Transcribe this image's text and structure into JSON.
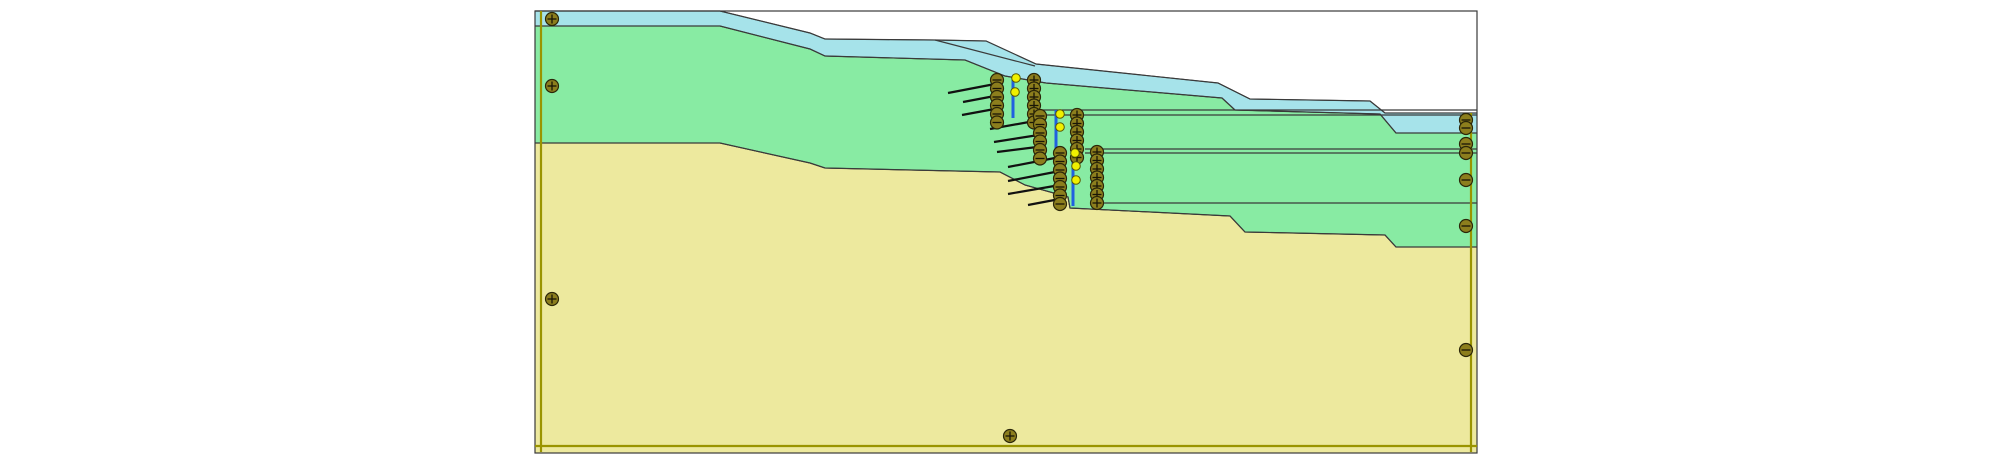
{
  "model": {
    "layers": [
      {
        "key": "water",
        "color": "#a6e3ea"
      },
      {
        "key": "upper-soil",
        "color": "#88eba3"
      },
      {
        "key": "lower-soil",
        "color": "#ede99e"
      }
    ],
    "outline_color": "#3a3a3a",
    "boundary_color": "#9a9400",
    "support_fill": "#8c7e1d",
    "anchor_color": "#111111",
    "node_color": "#f0f000",
    "wall_color": "#2060e0"
  }
}
